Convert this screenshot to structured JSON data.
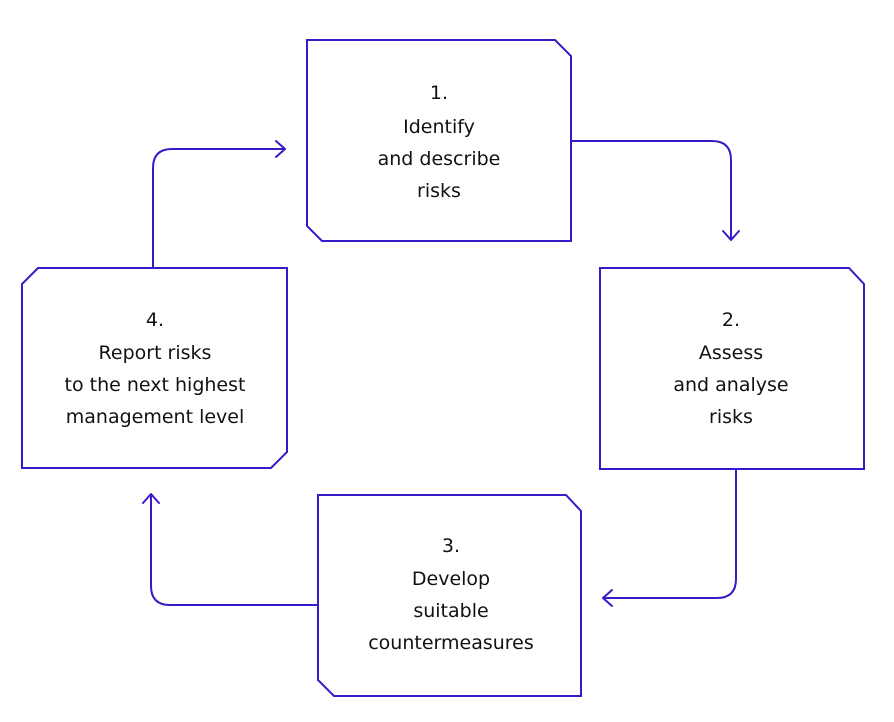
{
  "colors": {
    "stroke": "#3b18c8",
    "text": "#111111",
    "background": "#ffffff"
  },
  "steps": [
    {
      "number": "1.",
      "lines": [
        "Identify",
        "and describe",
        "risks"
      ]
    },
    {
      "number": "2.",
      "lines": [
        "Assess",
        "and analyse",
        "risks"
      ]
    },
    {
      "number": "3.",
      "lines": [
        "Develop",
        "suitable",
        "countermeasures"
      ]
    },
    {
      "number": "4.",
      "lines": [
        "Report risks",
        "to the next highest",
        "management level"
      ]
    }
  ]
}
